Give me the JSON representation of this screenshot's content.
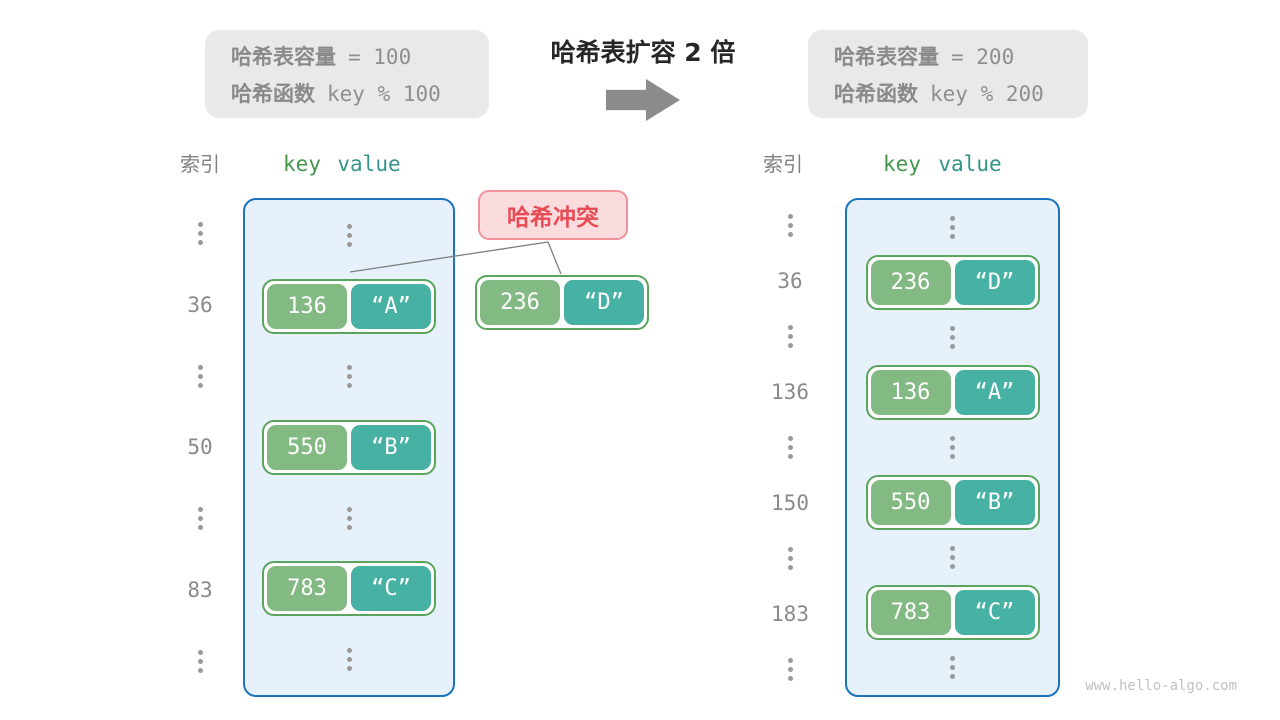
{
  "title": {
    "text": "哈希表扩容 2 倍"
  },
  "before": {
    "info": {
      "line1_label": "哈希表容量",
      "line1_code": "= 100",
      "line2_label": "哈希函数",
      "line2_code": "key % 100"
    },
    "header": {
      "index": "索引",
      "key": "key",
      "value": "value"
    },
    "rows": [
      {
        "type": "dots"
      },
      {
        "type": "pair",
        "index": "36",
        "key": "136",
        "value": "“A”"
      },
      {
        "type": "dots"
      },
      {
        "type": "pair",
        "index": "50",
        "key": "550",
        "value": "“B”"
      },
      {
        "type": "dots"
      },
      {
        "type": "pair",
        "index": "83",
        "key": "783",
        "value": "“C”"
      },
      {
        "type": "dots"
      }
    ]
  },
  "after": {
    "info": {
      "line1_label": "哈希表容量",
      "line1_code": "= 200",
      "line2_label": "哈希函数",
      "line2_code": "key % 200"
    },
    "header": {
      "index": "索引",
      "key": "key",
      "value": "value"
    },
    "rows": [
      {
        "type": "dots"
      },
      {
        "type": "pair",
        "index": "36",
        "key": "236",
        "value": "“D”"
      },
      {
        "type": "dots"
      },
      {
        "type": "pair",
        "index": "136",
        "key": "136",
        "value": "“A”"
      },
      {
        "type": "dots"
      },
      {
        "type": "pair",
        "index": "150",
        "key": "550",
        "value": "“B”"
      },
      {
        "type": "dots"
      },
      {
        "type": "pair",
        "index": "183",
        "key": "783",
        "value": "“C”"
      },
      {
        "type": "dots"
      }
    ]
  },
  "collision": {
    "label": "哈希冲突",
    "pair": {
      "key": "236",
      "value": "“D”"
    }
  },
  "watermark": "www.hello-algo.com",
  "icons": {
    "arrow": "right-arrow-icon"
  },
  "colors": {
    "key_green": "#83b983",
    "value_teal": "#47b1a4",
    "pair_border_green": "#5ba45d",
    "bucket_border_blue": "#1b74bc",
    "bucket_bg_blue": "#e6f1fb",
    "collision_text_red": "#e84b55",
    "collision_bg_pink": "#fbdcde",
    "collision_border_pink": "#f1919a",
    "header_key_green": "#44964b",
    "header_value_teal": "#35938a",
    "gray_text": "#8a8a8a",
    "arrow_gray": "#8c8c8c",
    "info_box_bg": "#e9e9e9"
  }
}
